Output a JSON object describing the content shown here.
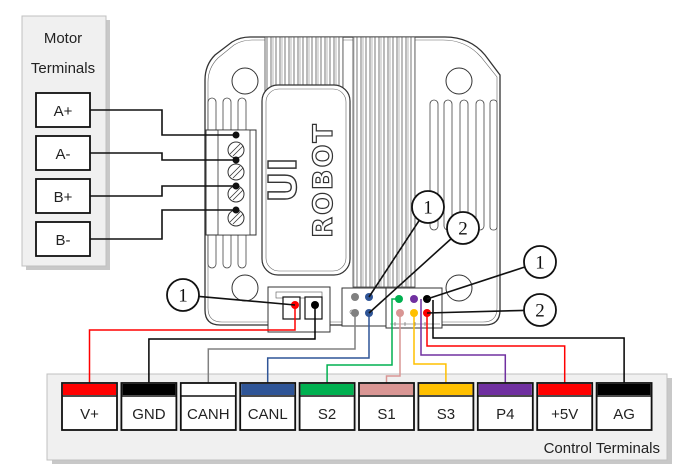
{
  "motor_terminals": {
    "title_line1": "Motor",
    "title_line2": "Terminals",
    "terminals": [
      {
        "label": "A+"
      },
      {
        "label": "A-"
      },
      {
        "label": "B+"
      },
      {
        "label": "B-"
      }
    ]
  },
  "device": {
    "logo_line1": "UI",
    "logo_line2": "ROBOT"
  },
  "callouts": [
    {
      "id": "power-pin1",
      "label": "1"
    },
    {
      "id": "can-pin1",
      "label": "1"
    },
    {
      "id": "can-pin2",
      "label": "2"
    },
    {
      "id": "io-pin1",
      "label": "1"
    },
    {
      "id": "io-pin2",
      "label": "2"
    }
  ],
  "control_terminals": {
    "title": "Control Terminals",
    "terminals": [
      {
        "label": "V+",
        "color": "#ff0000"
      },
      {
        "label": "GND",
        "color": "#000000"
      },
      {
        "label": "CANH",
        "color": "#ffffff"
      },
      {
        "label": "CANL",
        "color": "#2f5597"
      },
      {
        "label": "S2",
        "color": "#00b050"
      },
      {
        "label": "S1",
        "color": "#d99694"
      },
      {
        "label": "S3",
        "color": "#ffc000"
      },
      {
        "label": "P4",
        "color": "#7030a0"
      },
      {
        "label": "+5V",
        "color": "#ff0000"
      },
      {
        "label": "AG",
        "color": "#000000"
      }
    ]
  },
  "wire_colors": {
    "vplus": "#ff0000",
    "gnd": "#000000",
    "canh": "#808080",
    "canl": "#2f5597",
    "s2": "#00b050",
    "s1": "#d99694",
    "s3": "#ffc000",
    "p4": "#7030a0",
    "plus5v": "#ff0000",
    "ag": "#000000"
  }
}
